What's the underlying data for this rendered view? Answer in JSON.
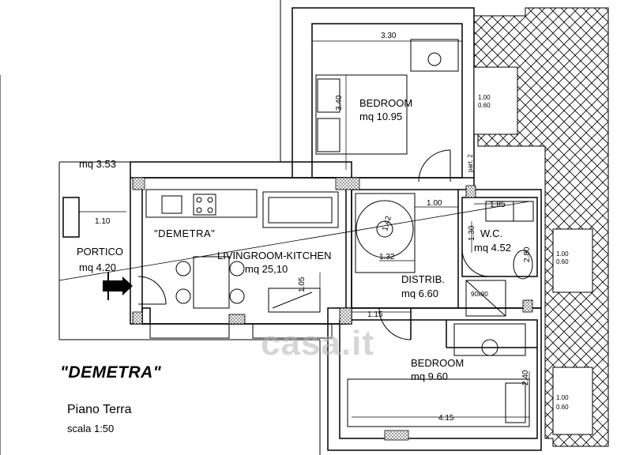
{
  "project_name": "\"DEMETRA\"",
  "floor_label": "Piano Terra",
  "scale_label": "scala 1:50",
  "watermark": "casa.it",
  "interior_project_tag": "\"DEMETRA\"",
  "rooms": {
    "bedroom1": {
      "name": "BEDROOM",
      "area": "mq 10.95"
    },
    "livingroom": {
      "name": "LIVINGROOM-KITCHEN",
      "area": "mq 25,10"
    },
    "portico": {
      "name": "PORTICO",
      "area": "mq 4.20"
    },
    "portico_top": {
      "area": "mq 3.53"
    },
    "distrib": {
      "name": "DISTRIB.",
      "area": "mq 6.60"
    },
    "wc": {
      "name": "W.C.",
      "area": "mq 4.52"
    },
    "bedroom2": {
      "name": "BEDROOM",
      "area": "mq 9.60"
    }
  },
  "dimensions": {
    "d330": "3.30",
    "d340": "3.40",
    "d110": "1.10",
    "d100": "1.00",
    "d185": "1.85",
    "d130": "1.30",
    "d280": "2.80",
    "d132": "1.32",
    "d105": "1.05",
    "d115": "1.15",
    "d240": "2.40",
    "d415": "4.15",
    "d142": "1.42",
    "part2": "part. 2",
    "shower": "90x90"
  },
  "windows": {
    "w1_width": "1.00",
    "w1_height": "0.60",
    "w2_width": "1.00",
    "w2_height": "0.60",
    "w3_width": "1.00",
    "w3_height": "0.60"
  }
}
